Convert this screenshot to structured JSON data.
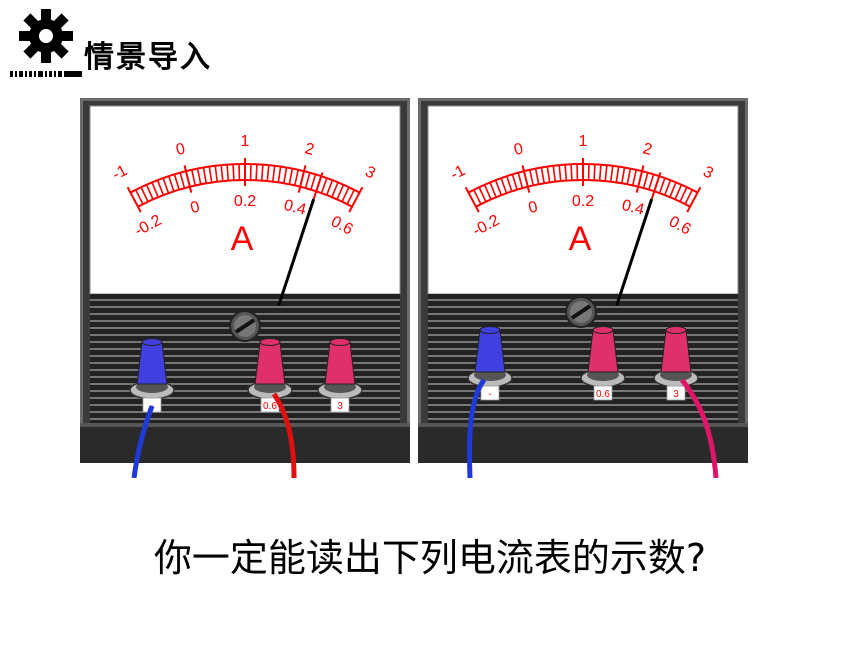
{
  "header": {
    "title": "情景导入",
    "icon": "gear-icon"
  },
  "meters": [
    {
      "id": "left",
      "unit_symbol": "A",
      "upper_scale": [
        "-1",
        "0",
        "1",
        "2",
        "3"
      ],
      "lower_scale": [
        "-0.2",
        "0",
        "0.2",
        "0.4",
        "0.6"
      ],
      "terminals": [
        "-",
        "0.6",
        "3"
      ],
      "needle_reading_small_range": 0.46
    },
    {
      "id": "right",
      "unit_symbol": "A",
      "upper_scale": [
        "-1",
        "0",
        "1",
        "2",
        "3"
      ],
      "lower_scale": [
        "-0.2",
        "0",
        "0.2",
        "0.4",
        "0.6"
      ],
      "terminals": [
        "-",
        "0.6",
        "3"
      ],
      "needle_reading_large_range": 2.3
    }
  ],
  "question": "你一定能读出下列电流表的示数?",
  "colors": {
    "scale": "#ff0000",
    "panel": "#333333",
    "blue_terminal": "#4040e0",
    "pink_terminal": "#e0306a"
  }
}
